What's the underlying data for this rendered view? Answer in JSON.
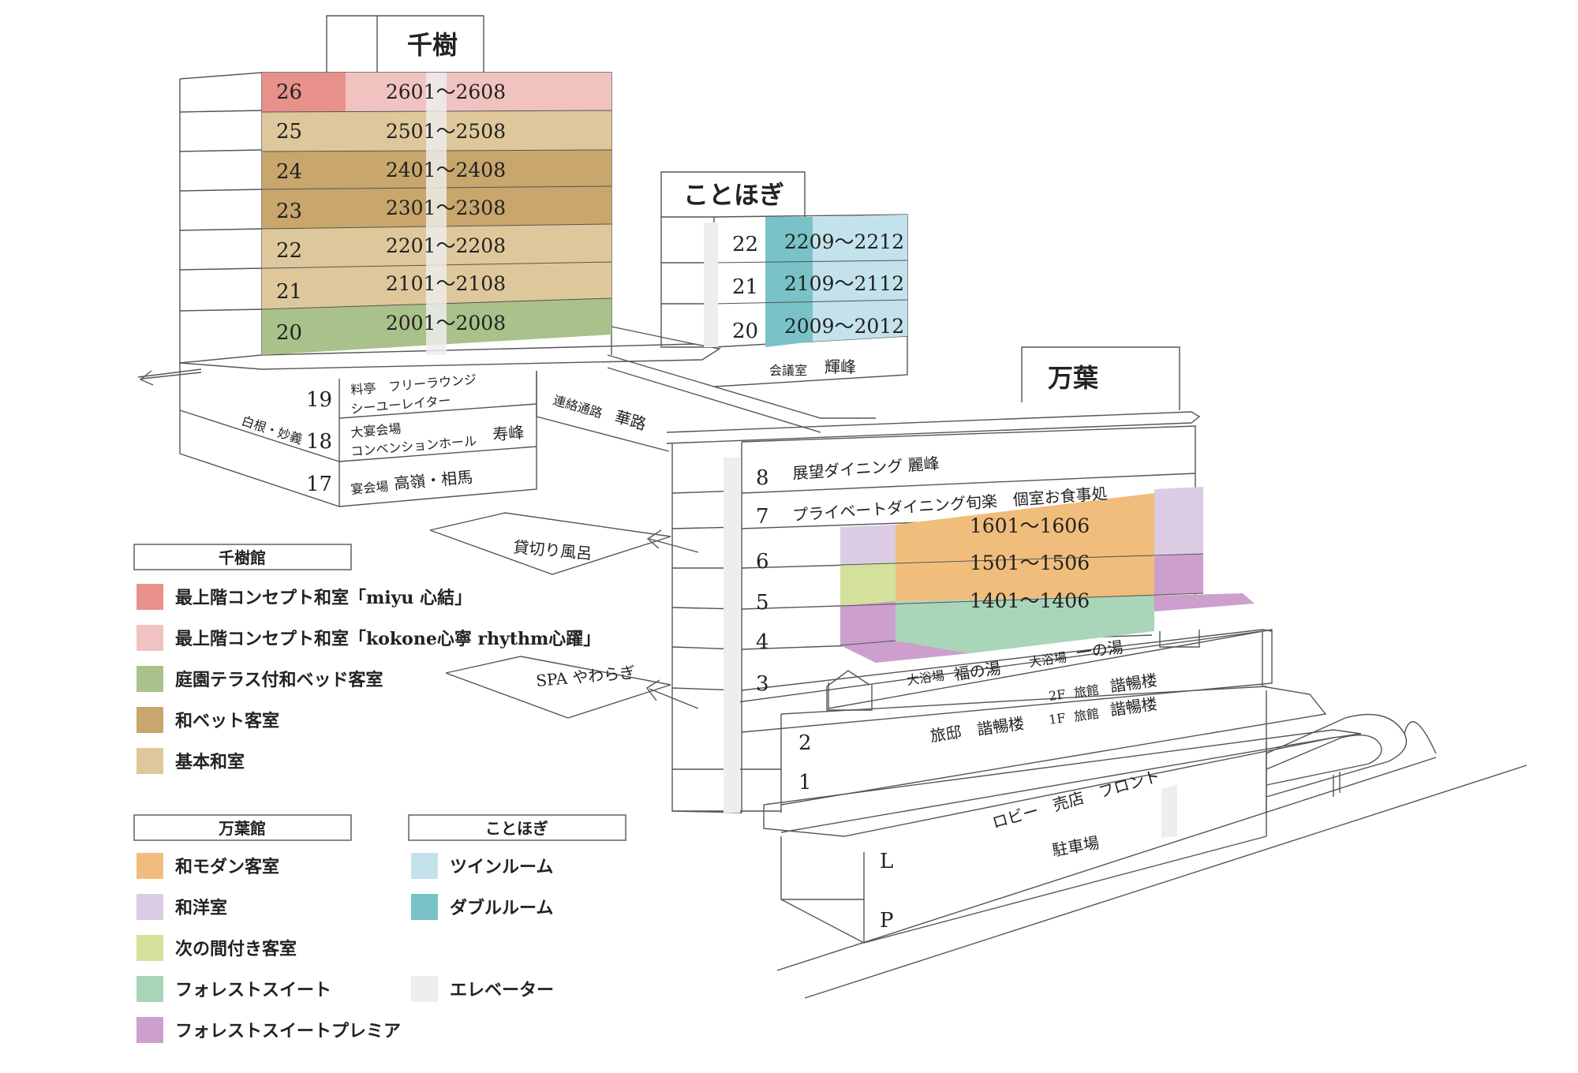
{
  "towers": {
    "senju": "千樹",
    "kotohogi": "ことほぎ",
    "manyo": "万葉"
  },
  "senju_floors": [
    {
      "floor": "26",
      "rooms": "2601～2608"
    },
    {
      "floor": "25",
      "rooms": "2501～2508"
    },
    {
      "floor": "24",
      "rooms": "2401～2408"
    },
    {
      "floor": "23",
      "rooms": "2301～2308"
    },
    {
      "floor": "22",
      "rooms": "2201～2208"
    },
    {
      "floor": "21",
      "rooms": "2101～2108"
    },
    {
      "floor": "20",
      "rooms": "2001～2008"
    }
  ],
  "senju_lower": [
    {
      "floor": "19",
      "line1": "料亭　フリーラウンジ",
      "line2": "シーユーレイター"
    },
    {
      "floor": "18",
      "line1": "大宴会場",
      "line2": "コンベンションホール",
      "extra": "寿峰"
    },
    {
      "floor": "17",
      "small": "宴会場",
      "big": "高嶺・相馬"
    }
  ],
  "senju_side_label": "白根・妙義",
  "kotohogi_floors": [
    {
      "floor": "22",
      "rooms": "2209～2212"
    },
    {
      "floor": "21",
      "rooms": "2109～2112"
    },
    {
      "floor": "20",
      "rooms": "2009～2012"
    }
  ],
  "kotohogi_base": {
    "small": "会議室",
    "big": "輝峰"
  },
  "corridor": {
    "small": "連絡通路",
    "big": "華路"
  },
  "kashikiri": "貸切り風呂",
  "spa": "SPA やわらぎ",
  "manyo_floors": {
    "f8": {
      "floor": "8",
      "text": "展望ダイニング 麗峰"
    },
    "f7": {
      "floor": "7",
      "text": "プライベートダイニング旬楽　個室お食事処"
    },
    "f6": {
      "floor": "6",
      "rooms": "1601～1606"
    },
    "f5": {
      "floor": "5",
      "rooms": "1501～1506"
    },
    "f4": {
      "floor": "4",
      "rooms": "1401～1406"
    },
    "f3": {
      "floor": "3"
    },
    "f2": {
      "floor": "2"
    },
    "f1": {
      "floor": "1"
    },
    "fL": {
      "floor": "L"
    },
    "fP": {
      "floor": "P"
    }
  },
  "bath": {
    "s1": "大浴場",
    "b1": "福の湯",
    "s2": "大浴場",
    "b2": "一の湯"
  },
  "ryotei": {
    "main": "旅邸　諧暢楼",
    "f2": "2F",
    "s2": "旅館",
    "b2": "諧暢楼",
    "f1": "1F",
    "s1": "旅館",
    "b1": "諧暢楼"
  },
  "lobby": "ロビー　売店　フロント",
  "parking": "駐車場",
  "legend": {
    "senju_title": "千樹館",
    "senju_items": [
      {
        "color": "#e8918b",
        "label": "最上階コンセプト和室「miyu 心結」"
      },
      {
        "color": "#f1c3c0",
        "label": "最上階コンセプト和室「kokone心寧 rhythm心躍」"
      },
      {
        "color": "#a9c18a",
        "label": "庭園テラス付和ベッド客室"
      },
      {
        "color": "#c8a66c",
        "label": "和ベット客室"
      },
      {
        "color": "#dec89b",
        "label": "基本和室"
      }
    ],
    "manyo_title": "万葉館",
    "manyo_items": [
      {
        "color": "#f1bd7c",
        "label": "和モダン客室"
      },
      {
        "color": "#dccce3",
        "label": "和洋室"
      },
      {
        "color": "#d4e19a",
        "label": "次の間付き客室"
      },
      {
        "color": "#a9d5b8",
        "label": "フォレストスイート"
      },
      {
        "color": "#cc9fcc",
        "label": "フォレストスイートプレミア"
      }
    ],
    "kotohogi_title": "ことほぎ",
    "kotohogi_items": [
      {
        "color": "#c3e2ec",
        "label": "ツインルーム"
      },
      {
        "color": "#78c2c8",
        "label": "ダブルルーム"
      }
    ],
    "elevator": {
      "color": "#eeeeee",
      "label": "エレベーター"
    }
  }
}
